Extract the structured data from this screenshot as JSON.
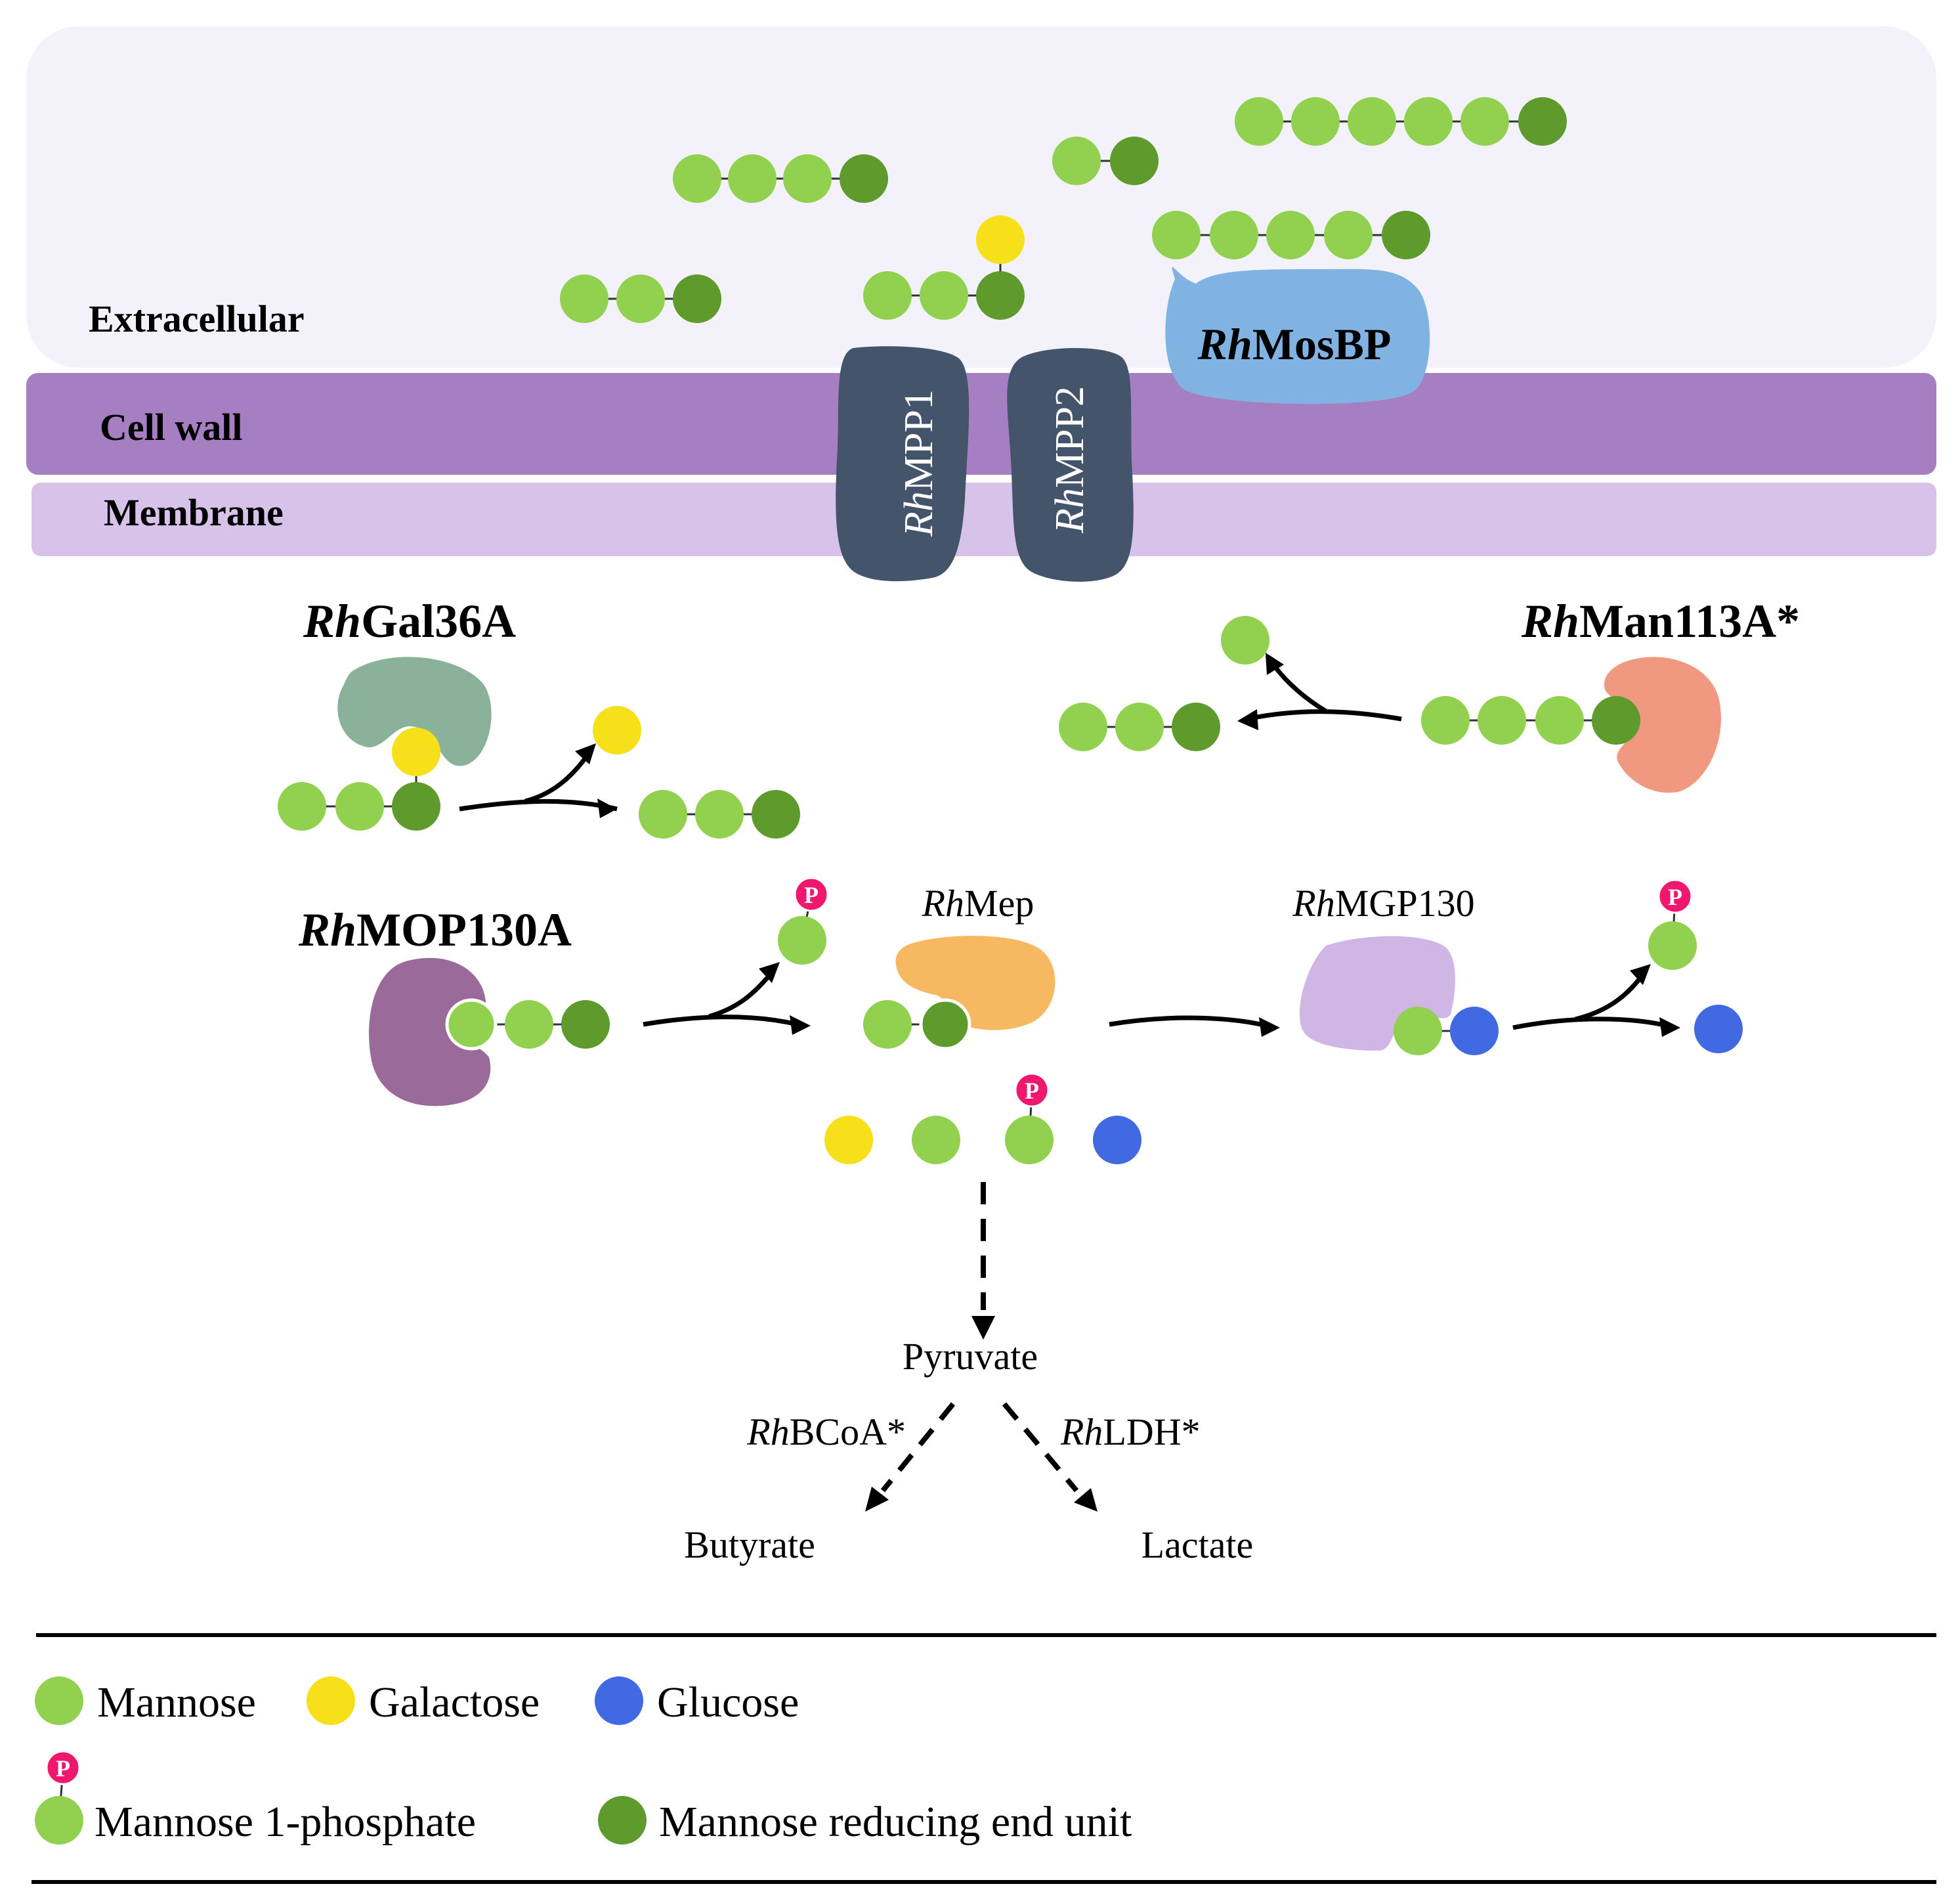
{
  "regions": {
    "extracellular": "Extracellular",
    "cell_wall": "Cell wall",
    "membrane": "Membrane"
  },
  "transporters": [
    {
      "prefix": "Rh",
      "name": "MPP1"
    },
    {
      "prefix": "Rh",
      "name": "MPP2"
    }
  ],
  "binding_protein": {
    "prefix": "Rh",
    "name": "MosBP"
  },
  "enzymes": {
    "gal36a": {
      "prefix": "Rh",
      "name": "Gal36A"
    },
    "man113a": {
      "prefix": "Rh",
      "name": "Man113A*"
    },
    "mop130a": {
      "prefix": "Rh",
      "name": "MOP130A"
    },
    "mep": {
      "prefix": "Rh",
      "name": "Mep"
    },
    "mgp130": {
      "prefix": "Rh",
      "name": "MGP130"
    },
    "bcoa": {
      "prefix": "Rh",
      "name": "BCoA*"
    },
    "ldh": {
      "prefix": "Rh",
      "name": "LDH*"
    }
  },
  "metabolites": {
    "pyruvate": "Pyruvate",
    "butyrate": "Butyrate",
    "lactate": "Lactate"
  },
  "phosphate_symbol": "P",
  "legend": {
    "mannose": "Mannose",
    "galactose": "Galactose",
    "glucose": "Glucose",
    "mannose_1_phosphate": "Mannose 1-phosphate",
    "mannose_reducing_end": "Mannose reducing end unit"
  },
  "colors": {
    "mannose": "#92d050",
    "mannose_reducing_end": "#5e9b2c",
    "galactose": "#f5e01a",
    "glucose": "#4169e1",
    "phosphate": "#f0186e",
    "extracellular_bg": "#f3f2fb",
    "cell_wall": "#a57fc2",
    "membrane": "#d7c2ea",
    "transporter": "#44546a",
    "binding_protein": "#80b3e2",
    "gal36a": "#8ab29a",
    "man113a": "#f19880",
    "mop130a": "#9a6b9a",
    "mep": "#f7b862",
    "mgp130": "#d0b6e4"
  }
}
